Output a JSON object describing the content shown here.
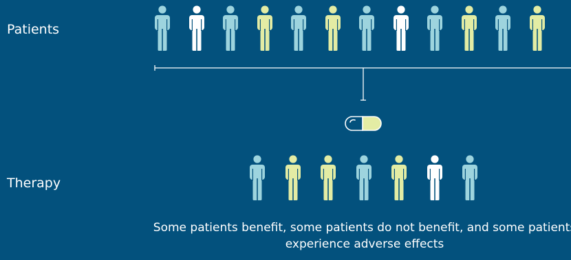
{
  "labels": {
    "patients": "Patients",
    "therapy": "Therapy"
  },
  "caption": "Some patients benefit, some patients do not benefit, and some patients experience adverse effects",
  "colors": {
    "background": "#03517d",
    "benefit": "#9dd4de",
    "no_benefit": "#ffffff",
    "adverse": "#e3eca4",
    "line": "#ffffff",
    "pill_left": "#03517d",
    "pill_right": "#e3eca4"
  },
  "patients": [
    "benefit",
    "no_benefit",
    "benefit",
    "adverse",
    "benefit",
    "adverse",
    "benefit",
    "no_benefit",
    "benefit",
    "adverse",
    "benefit",
    "adverse"
  ],
  "therapy_patients": [
    "benefit",
    "adverse",
    "adverse",
    "benefit",
    "adverse",
    "no_benefit",
    "benefit"
  ],
  "icons": {
    "person": "person-icon",
    "pill": "capsule-icon"
  }
}
